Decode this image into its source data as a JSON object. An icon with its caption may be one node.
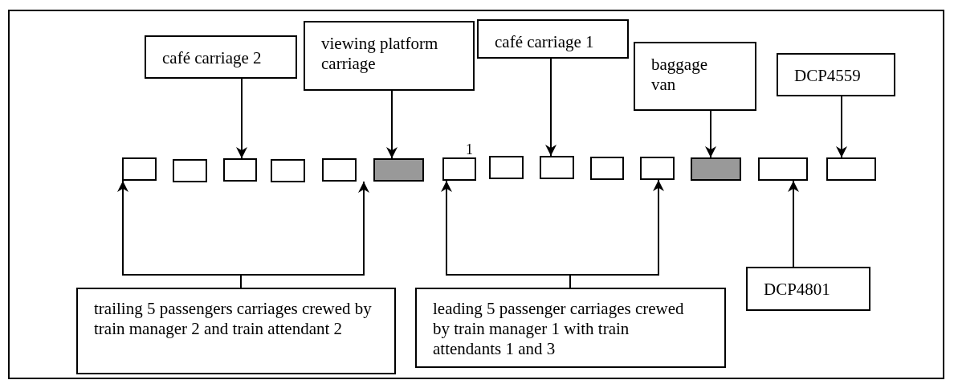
{
  "diagram": {
    "nodes": [
      {
        "text": [
          "café carriage 2"
        ]
      },
      {
        "text": [
          "viewing platform carriage"
        ]
      },
      {
        "text": [
          "café carriage 1"
        ]
      },
      {
        "text": [
          "baggage van"
        ]
      },
      {
        "text": [
          "DCP4559"
        ]
      },
      {
        "text": [],
        "shape": "box"
      },
      {
        "text": [],
        "shape": "box"
      },
      {
        "text": [],
        "shape": "box"
      },
      {
        "text": [],
        "shape": "box"
      },
      {
        "text": [],
        "shape": "box"
      },
      {
        "text": [],
        "shape": "box"
      },
      {
        "text": [],
        "shape": "box"
      },
      {
        "text": [],
        "shape": "box"
      },
      {
        "text": [],
        "shape": "box"
      },
      {
        "text": [],
        "shape": "box"
      },
      {
        "text": [],
        "shape": "box"
      },
      {
        "text": [],
        "shape": "box"
      },
      {
        "text": [],
        "shape": "box"
      },
      {
        "text": [],
        "shape": "box"
      },
      {
        "text": [
          "DCP4801"
        ]
      },
      {
        "text": [
          "trailing 5 passengers carriages crewed by train manager 2 and train attendant 2"
        ]
      },
      {
        "text": [
          "leading 5 passenger carriages crewed by train manager 1 with train attendants 1 and 3"
        ]
      }
    ],
    "edges": [
      {
        "from": 0,
        "to": 7,
        "arrow": "to"
      },
      {
        "from": 1,
        "to": 10,
        "arrow": "to"
      },
      {
        "from": 2,
        "to": 13,
        "arrow": "to"
      },
      {
        "from": 3,
        "to": 16,
        "arrow": "to"
      },
      {
        "from": 4,
        "to": 18,
        "arrow": "to"
      },
      {
        "from": 20,
        "to": 5,
        "arrow": "to"
      },
      {
        "from": 20,
        "to": 9,
        "arrow": "to"
      },
      {
        "from": 21,
        "to": 11,
        "arrow": "to"
      },
      {
        "from": 21,
        "to": 15,
        "arrow": "to"
      },
      {
        "from": 19,
        "to": 17,
        "arrow": "to"
      }
    ],
    "labels": [
      "1"
    ]
  }
}
